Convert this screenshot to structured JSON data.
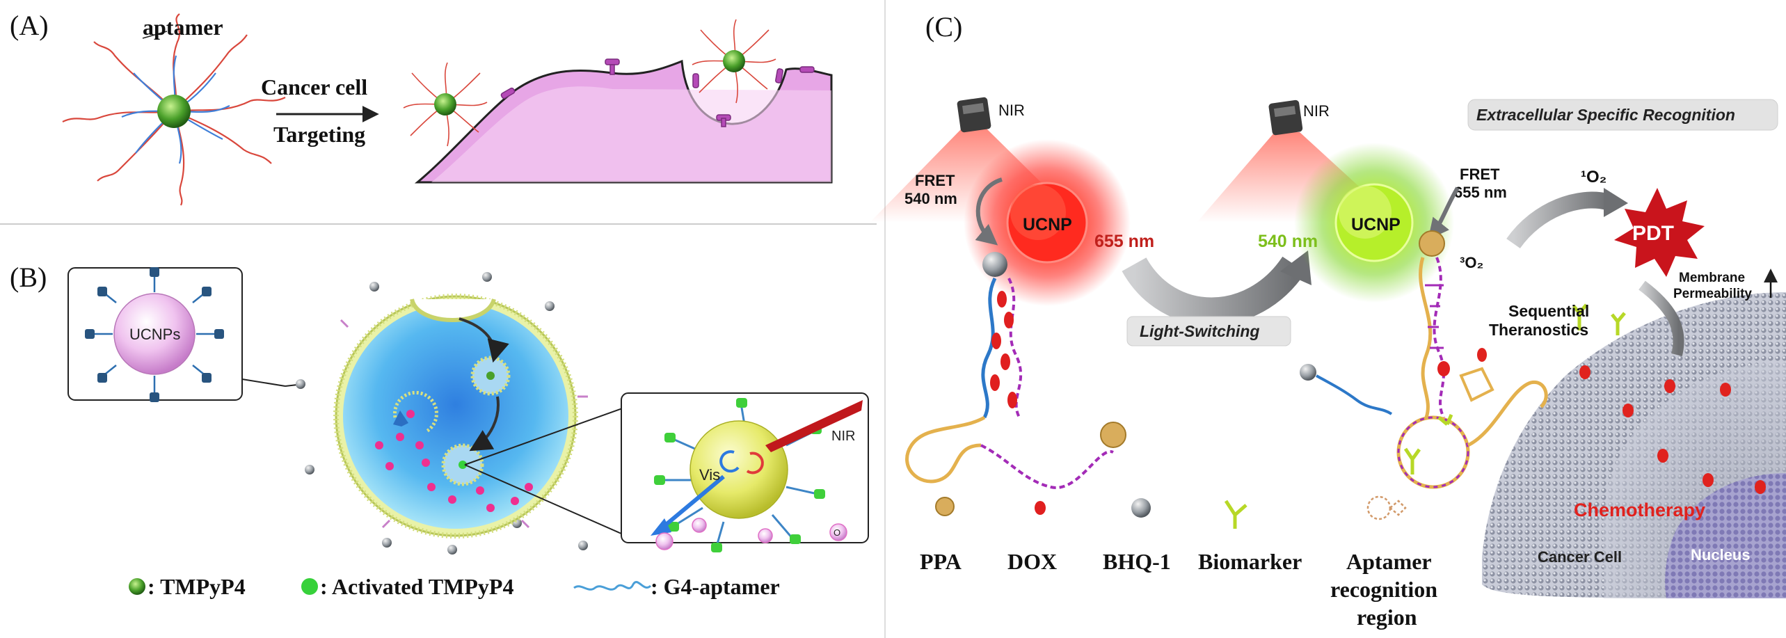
{
  "panels": {
    "A": {
      "letter": "(A)",
      "aptamer_label": "aptamer",
      "arrow_label_top": "Cancer cell",
      "arrow_label_bottom": "Targeting"
    },
    "B": {
      "letter": "(B)",
      "ucnps_label": "UCNPs",
      "vis_label": "Vis",
      "nir_label": "NIR",
      "o_label": "O",
      "legend": [
        {
          "text": ": TMPyP4",
          "color": "#6b7a2e"
        },
        {
          "text": ": Activated TMPyP4",
          "color": "#37d13a"
        },
        {
          "text": ": G4-aptamer",
          "color": "#4a9fd8"
        }
      ]
    },
    "C": {
      "letter": "(C)",
      "nir_left": "NIR",
      "nir_right": "NIR",
      "fret_left_line1": "FRET",
      "fret_left_line2": "540 nm",
      "ucnp_left": "UCNP",
      "emission_left": "655 nm",
      "light_switching": "Light-Switching",
      "emission_right": "540 nm",
      "ucnp_right": "UCNP",
      "fret_right_line1": "FRET",
      "fret_right_line2": "655 nm",
      "extracellular": "Extracellular Specific Recognition",
      "singlet_o2": "¹O₂",
      "triplet_o2": "³O₂",
      "pdt": "PDT",
      "membrane_line1": "Membrane",
      "membrane_line2": "Permeability",
      "sequential_line1": "Sequential",
      "sequential_line2": "Theranostics",
      "chemotherapy": "Chemotherapy",
      "cancer_cell": "Cancer Cell",
      "nucleus": "Nucleus",
      "legend": {
        "ppa": "PPA",
        "dox": "DOX",
        "bhq": "BHQ-1",
        "biomarker": "Biomarker",
        "aptamer_line1": "Aptamer",
        "aptamer_line2": "recognition",
        "aptamer_line3": "region"
      }
    }
  },
  "colors": {
    "cell_pink": "#e7a6e6",
    "cell_blue": "#5fc0ee",
    "ucnp_red": "#ff2a1f",
    "ucnp_green": "#b6ef2a",
    "nucleus": "#9d97c9",
    "pdt_red": "#c9141c",
    "chemo_red": "#e0221e",
    "emission_red": "#c0201c",
    "emission_green": "#7dbf1c"
  }
}
